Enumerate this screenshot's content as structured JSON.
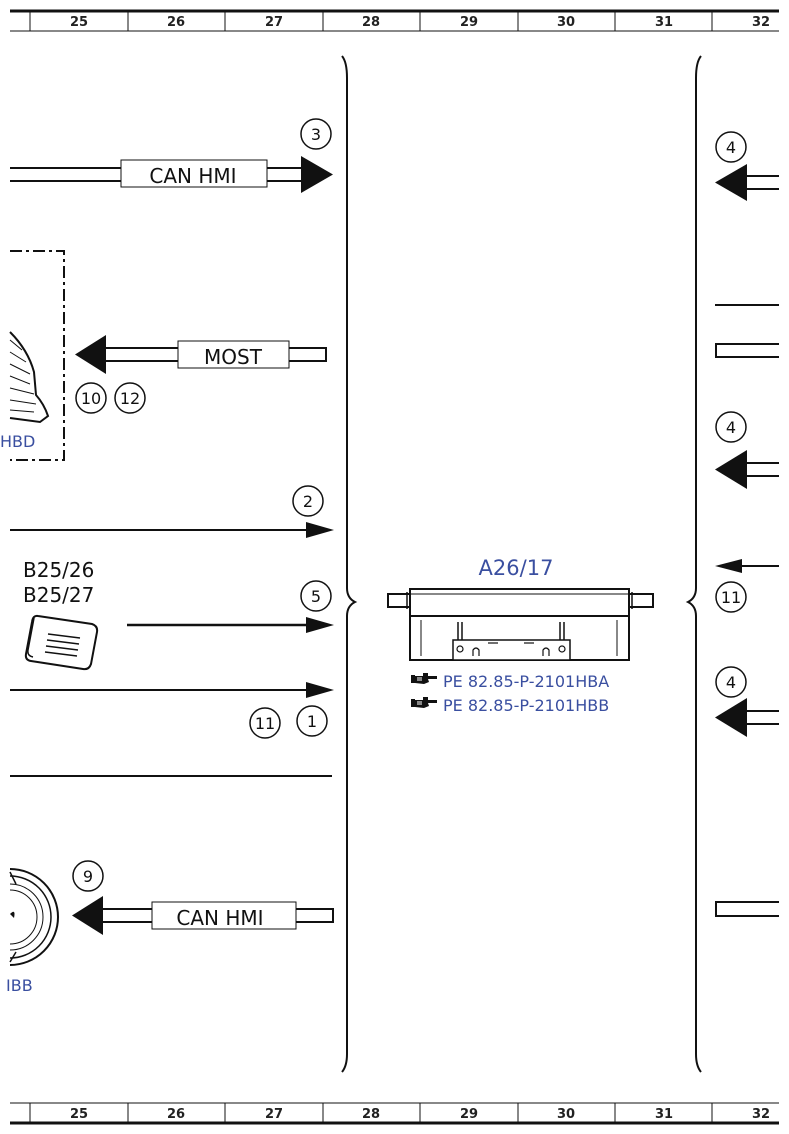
{
  "ruler": {
    "columns": [
      "25",
      "26",
      "27",
      "28",
      "29",
      "30",
      "31",
      "32"
    ]
  },
  "signals": {
    "can_hmi_top": "CAN HMI",
    "most": "MOST",
    "can_hmi_bottom": "CAN HMI"
  },
  "bubbles": {
    "b3": "3",
    "b4_a": "4",
    "b10": "10",
    "b12": "12",
    "b4_b": "4",
    "b2": "2",
    "b5": "5",
    "b11_right": "11",
    "b4_c": "4",
    "b11_left": "11",
    "b1": "1",
    "b9": "9"
  },
  "components": {
    "sensor_code_1": "B25/26",
    "sensor_code_2": "B25/27",
    "module_code": "A26/17",
    "partial_ref_top": "HBD",
    "partial_ref_bottom": "IBB"
  },
  "references": {
    "ref1": "PE 82.85-P-2101HBA",
    "ref2": "PE 82.85-P-2101HBB"
  },
  "icons": {
    "reference": "pointing-hand-icon"
  }
}
